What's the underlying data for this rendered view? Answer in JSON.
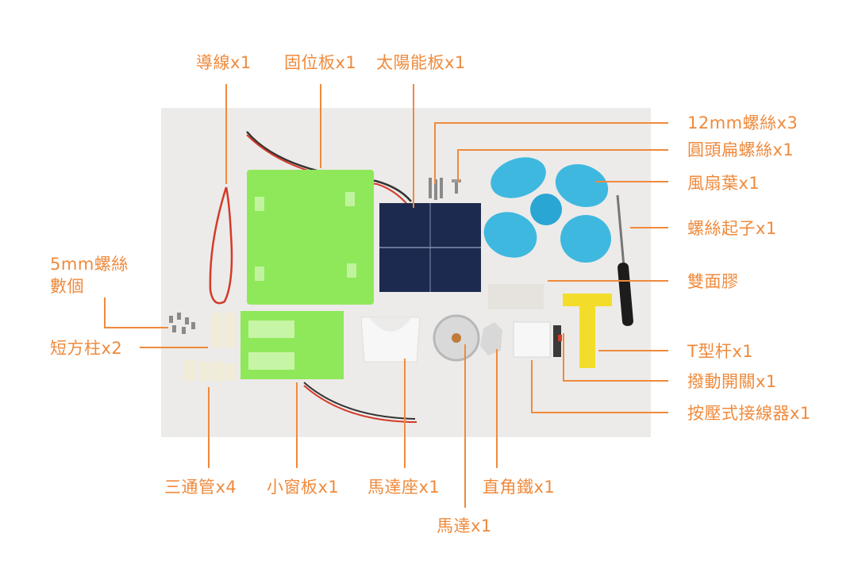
{
  "colors": {
    "accent": "#ef8a3c",
    "photo_bg": "#ecebe9",
    "board": "#8fe85a",
    "fan": "#3fb8e0",
    "panel": "#1d2a4f",
    "handle": "#f4dd2a"
  },
  "labels": {
    "wire": "導線x1",
    "fixed_board": "固位板x1",
    "solar_panel": "太陽能板x1",
    "screw_12mm": "12mm螺絲x3",
    "round_screw": "圓頭扁螺絲x1",
    "fan_blade": "風扇葉x1",
    "screwdriver": "螺絲起子x1",
    "double_tape": "雙面膠",
    "t_bar": "T型杆x1",
    "toggle_switch": "撥動開關x1",
    "press_connector": "按壓式接線器x1",
    "screw_5mm_line1": "5mm螺絲",
    "screw_5mm_line2": "數個",
    "short_pillar": "短方柱x2",
    "three_way_tube": "三通管x4",
    "small_window_board": "小窗板x1",
    "motor_mount": "馬達座x1",
    "right_angle_iron": "直角鐵x1",
    "motor": "馬達x1"
  }
}
